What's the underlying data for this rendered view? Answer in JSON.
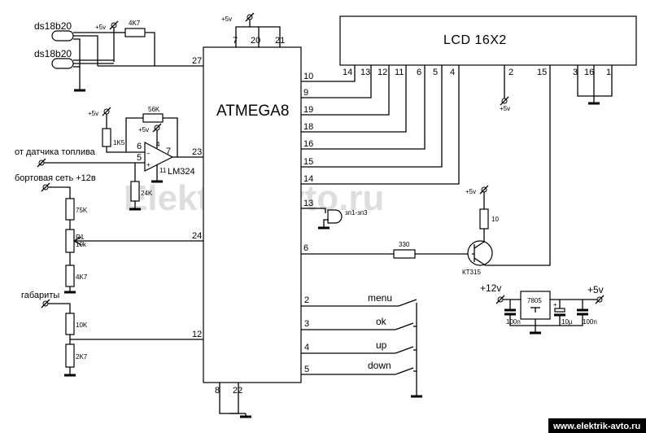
{
  "watermark": "Elektrik-avto.ru",
  "footer": "www.elektrik-avto.ru",
  "supply": {
    "v5": "+5v",
    "v12": "+12v",
    "v5_big": "+5v"
  },
  "mcu": {
    "name": "ATMEGA8",
    "pins": {
      "p7": "7",
      "p20": "20",
      "p21": "21",
      "p27": "27",
      "p23": "23",
      "p24": "24",
      "p12": "12",
      "p8": "8",
      "p22": "22",
      "p10": "10",
      "p9": "9",
      "p19": "19",
      "p18": "18",
      "p16": "16",
      "p15": "15",
      "p14": "14",
      "p13": "13",
      "p6": "6",
      "p2": "2",
      "p3": "3",
      "p4": "4",
      "p5": "5"
    }
  },
  "lcd": {
    "name": "LCD 16X2",
    "pins": {
      "p14": "14",
      "p13": "13",
      "p12": "12",
      "p11": "11",
      "p6": "6",
      "p5": "5",
      "p4": "4",
      "p2": "2",
      "p15": "15",
      "p3": "3",
      "p16": "16",
      "p1": "1"
    }
  },
  "sensors": {
    "s1": "ds18b20",
    "s2": "ds18b20"
  },
  "labels": {
    "fuel": "от датчика топлива",
    "board": "бортовая сеть +12в",
    "lights": "габариты"
  },
  "opamp": {
    "name": "LM324",
    "pin6": "6",
    "pin5": "5",
    "pin4": "4",
    "pin7": "7",
    "pin11": "11"
  },
  "resistors": {
    "r4k7_top": "4K7",
    "r56k": "56K",
    "r1k5": "1K5",
    "r24k": "24K",
    "r75k": "75K",
    "r1": "R1",
    "r10k_pot": "10k",
    "r4k7": "4K7",
    "r10k": "10K",
    "r2k7": "2K7",
    "r330": "330",
    "r10": "10"
  },
  "buzzer": "зп1-зп3",
  "transistor": "КТ315",
  "regulator": {
    "name": "7805",
    "c1": "100n",
    "c2": "10µ",
    "c3": "100n",
    "plus": "+"
  },
  "buttons": {
    "menu": "menu",
    "ok": "ok",
    "up": "up",
    "down": "down"
  }
}
